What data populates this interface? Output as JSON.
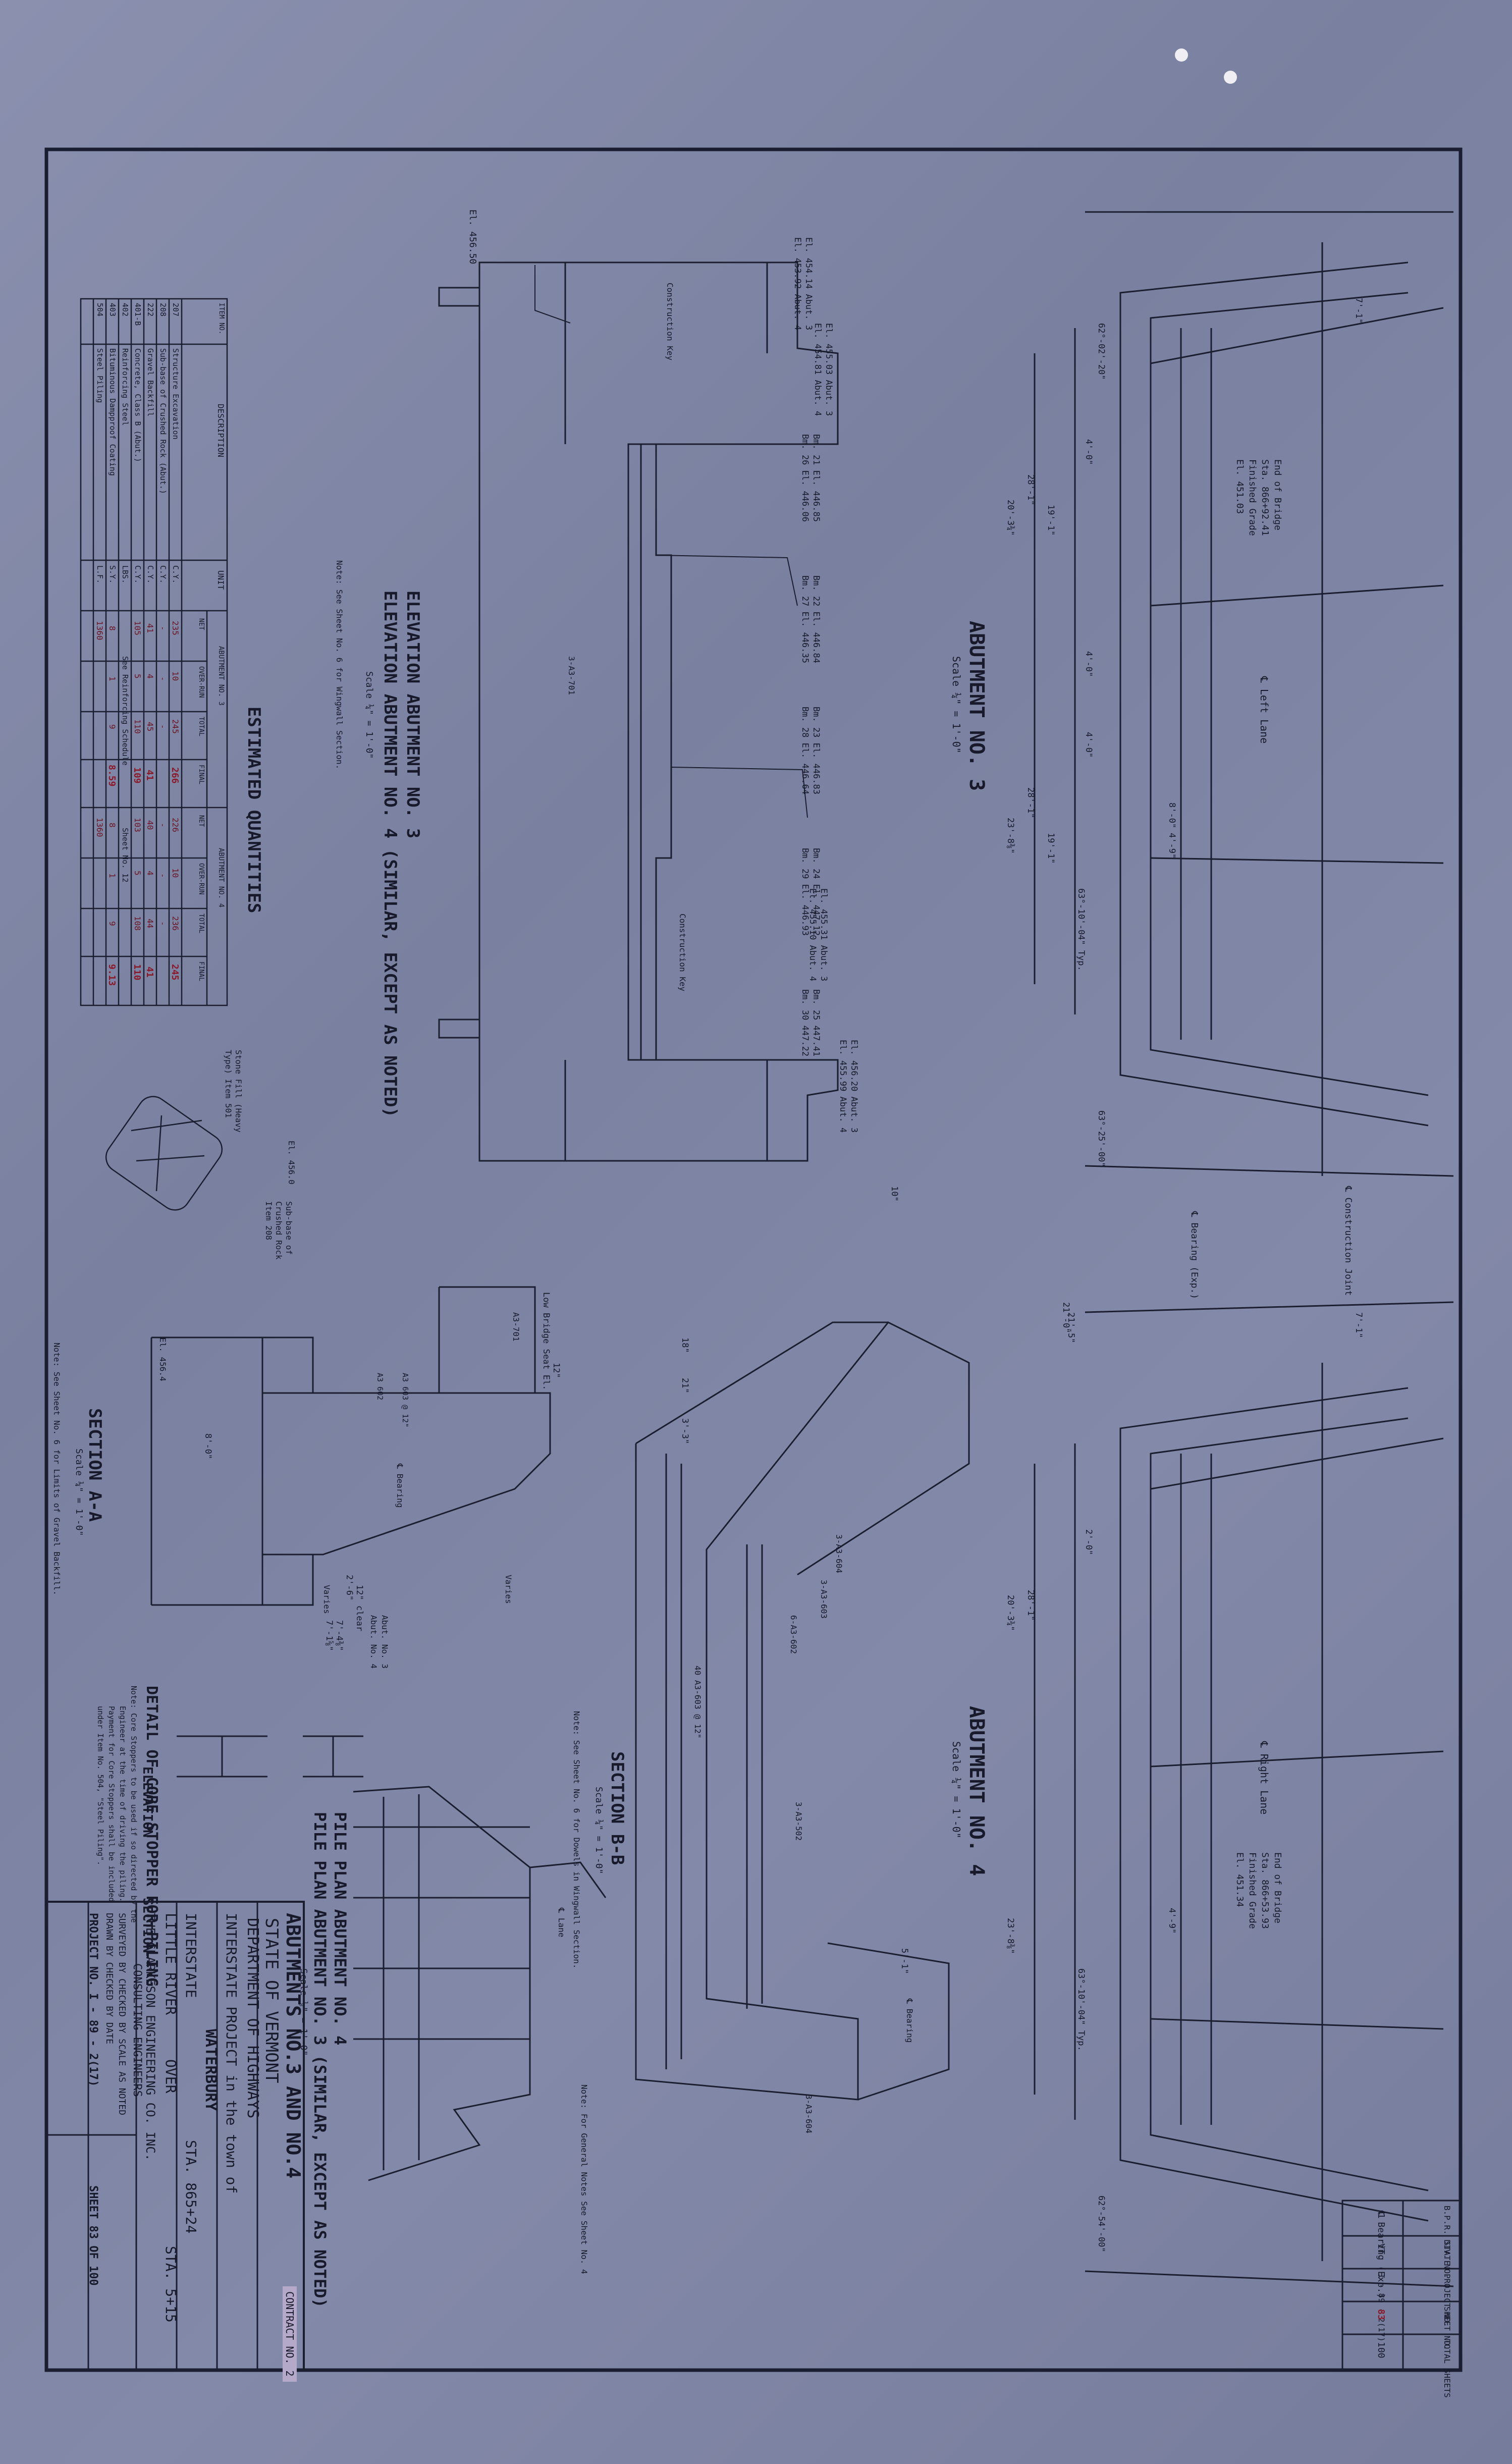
{
  "title_block": {
    "title": "ABUTMENTS NO.3 AND NO.4",
    "state": "STATE OF VERMONT",
    "department": "DEPARTMENT OF HIGHWAYS",
    "project_line": "INTERSTATE PROJECT in the town of",
    "town": "WATERBURY",
    "route": "INTERSTATE",
    "over": "OVER",
    "station": "STA. 865+24",
    "river": "LITTLE RIVER",
    "station2": "STA. 5+15",
    "firm": "THE CLARKESON ENGINEERING CO. INC.",
    "firm_role": "CONSULTING ENGINEERS",
    "contract_stamp": "CONTRACT NO. 2",
    "survey_row": "SURVEYED BY  CHECKED BY  SCALE AS NOTED",
    "drawn_row": "DRAWN BY  CHECKED BY  DATE",
    "project_no": "PROJECT NO. I - 89 - 2(17)",
    "sheet_no": "SHEET 83 OF 100"
  },
  "sheet_index": {
    "headers": [
      "B.P.R. DIV. NO.",
      "STATE",
      "PROJECT NO.",
      "SHEET NO.",
      "TOTAL SHEETS"
    ],
    "values": [
      "1",
      "VT.",
      "I - 89 - 2(17)",
      "83",
      "100"
    ]
  },
  "views": {
    "abutment3": {
      "title": "ABUTMENT NO. 3",
      "scale": "Scale ¼\" = 1'-0\""
    },
    "abutment4": {
      "title": "ABUTMENT NO. 4",
      "scale": "Scale ¼\" = 1'-0\""
    },
    "elevation": {
      "title1": "ELEVATION ABUTMENT NO. 3",
      "title2": "ELEVATION ABUTMENT NO. 4 (SIMILAR, EXCEPT AS NOTED)",
      "scale": "Scale ¼\" = 1'-0\"",
      "note": "Note: See Sheet No. 6 for Wingwall Section."
    },
    "section_aa": {
      "title": "SECTION A-A",
      "scale": "Scale ¼\" = 1'-0\"",
      "note": "Note: See Sheet No. 6 for Limits of Gravel Backfill."
    },
    "section_bb": {
      "title": "SECTION B-B",
      "scale": "Scale ¼\" = 1'-0\"",
      "note": "Note: See Sheet No. 6 for Dowels in Wingwall Section."
    },
    "pile_plan": {
      "title1": "PILE PLAN ABUTMENT NO. 4",
      "title2": "PILE PLAN ABUTMENT NO. 3 (SIMILAR, EXCEPT AS NOTED)",
      "scale": "Scale ⅛\" = 1'-0\""
    },
    "core_stopper": {
      "title": "DETAIL OF CORE STOPPER FOR PILING",
      "elevation": "ELEVATION",
      "section": "SECTION",
      "note1": "Note: Core Stoppers to be used if so directed by the",
      "note2": "Engineer at the time of driving the piling.",
      "note3": "Payment for Core Stoppers shall be included",
      "note4": "under Item No. 504, \"Steel Piling\"."
    },
    "general_note": "Note: For General Notes See Sheet No. 4"
  },
  "quantities": {
    "title": "ESTIMATED QUANTITIES",
    "headers": [
      "ITEM NO.",
      "DESCRIPTION",
      "UNIT",
      "NET",
      "OVER-RUN",
      "TOTAL",
      "FINAL",
      "NET",
      "OVER-RUN",
      "TOTAL",
      "FINAL"
    ],
    "group_headers": [
      "ABUTMENT NO. 3",
      "ABUTMENT NO. 4"
    ],
    "rows": [
      {
        "item": "207",
        "desc": "Structure Excavation",
        "unit": "C.Y.",
        "a3": [
          "235",
          "10",
          "245"
        ],
        "a3f": "266",
        "a4": [
          "226",
          "10",
          "236"
        ],
        "a4f": "245"
      },
      {
        "item": "208",
        "desc": "Sub-base of Crushed Rock (Abut.)",
        "unit": "C.Y.",
        "a3": [
          "-",
          "-",
          "-"
        ],
        "a3f": "",
        "a4": [
          "-",
          "-",
          "-"
        ],
        "a4f": ""
      },
      {
        "item": "222",
        "desc": "Gravel Backfill",
        "unit": "C.Y.",
        "a3": [
          "41",
          "4",
          "45"
        ],
        "a3f": "41",
        "a4": [
          "40",
          "4",
          "44"
        ],
        "a4f": "41"
      },
      {
        "item": "401-B",
        "desc": "Concrete, Class B (Abut.)",
        "unit": "C.Y.",
        "a3": [
          "105",
          "5",
          "110"
        ],
        "a3f": "109",
        "a4": [
          "103",
          "5",
          "108"
        ],
        "a4f": "110"
      },
      {
        "item": "402",
        "desc": "Reinforcing Steel",
        "unit": "LBS.",
        "a3": [
          "See Reinforcing Schedule",
          "",
          ""
        ],
        "a3f": "",
        "a4": [
          "Sheet No. 12",
          "",
          ""
        ],
        "a4f": ""
      },
      {
        "item": "403",
        "desc": "Bituminous Dampproof Coating",
        "unit": "S.Y.",
        "a3": [
          "8",
          "1",
          "9"
        ],
        "a3f": "8.59",
        "a4": [
          "8",
          "1",
          "9"
        ],
        "a4f": "9.13"
      },
      {
        "item": "504",
        "desc": "Steel Piling",
        "unit": "L.F.",
        "a3": [
          "1360",
          "",
          ""
        ],
        "a3f": "",
        "a4": [
          "1360",
          "",
          ""
        ],
        "a4f": ""
      }
    ]
  },
  "labels": {
    "el_456_50": "El. 456.50",
    "el_456_4": "El. 456.4",
    "el_456_0": "El. 456.0",
    "el_abut": [
      "El. 454.14 Abut. 3",
      "El. 453.92 Abut. 4",
      "El. 455.03 Abut. 3",
      "El. 454.81 Abut. 4",
      "El. 455.31 Abut. 3",
      "El. 455.10 Abut. 4",
      "El. 456.20 Abut. 3",
      "El. 455.99 Abut. 4"
    ],
    "benchmarks": [
      "Bm. 21  El. 446.85",
      "Bm. 26  El. 446.06",
      "Bm. 22  El. 446.84",
      "Bm. 27  El. 446.35",
      "Bm. 23  El. 446.83",
      "Bm. 28  El. 446.64",
      "Bm. 24  El. 447.12",
      "Bm. 29  El. 446.93",
      "Bm. 25  447.41",
      "Bm. 30  447.22"
    ],
    "construction_key": "Construction Key",
    "construction_joint": "℄ Construction Joint",
    "left_lane": "℄ Left Lane",
    "right_lane": "℄ Right Lane",
    "lane": "℄ Lane",
    "bearing": "℄ Bearing",
    "bearing_exp": "℄ Bearing (Exp.)",
    "end_bridge_3": [
      "End of Bridge",
      "Sta. 866+92.41",
      "Finished Grade",
      "El. 451.03"
    ],
    "end_bridge_4": [
      "End of Bridge",
      "Sta. 866+53.93",
      "Finished Grade",
      "El. 451.34"
    ],
    "low_bridge_seat": "Low Bridge Seat El.",
    "sub_base": [
      "Sub-base of",
      "Crushed Rock",
      "Item 208"
    ],
    "stone_fill": [
      "Stone Fill (Heavy",
      "Type) Item 501"
    ],
    "varies": "Varies",
    "abut_no3": "Abut. No. 3",
    "abut_no4": "Abut. No. 4",
    "bars": [
      "3-A3-701",
      "A3-701",
      "3-A3-604",
      "3-A3-603",
      "6-A3-602",
      "3-A3-502",
      "3-A3-604",
      "40 A3-603 @ 12\"",
      "A3 603 @ 12\"",
      "A3 602"
    ],
    "dims": [
      "4'-0\"",
      "8'-0\"",
      "4'-9\"",
      "2'-0\"",
      "21'-5\"",
      "7'-1\"",
      "5'-1\"",
      "18\"",
      "21\"",
      "3'-3\"",
      "12\"",
      "12\" clear",
      "2'-6\"",
      "7'-4⅜\"",
      "7'-1⅝\"",
      "8'-0\"",
      "20'-3¾\"",
      "28'-1\"",
      "19'-1\"",
      "23'-8⅜\"",
      "63°-10'-04\" Typ.",
      "62°-02'-20\"",
      "62°-54'-00\"",
      "63°-25'-00\"",
      "21'-0\"",
      "10\""
    ]
  }
}
